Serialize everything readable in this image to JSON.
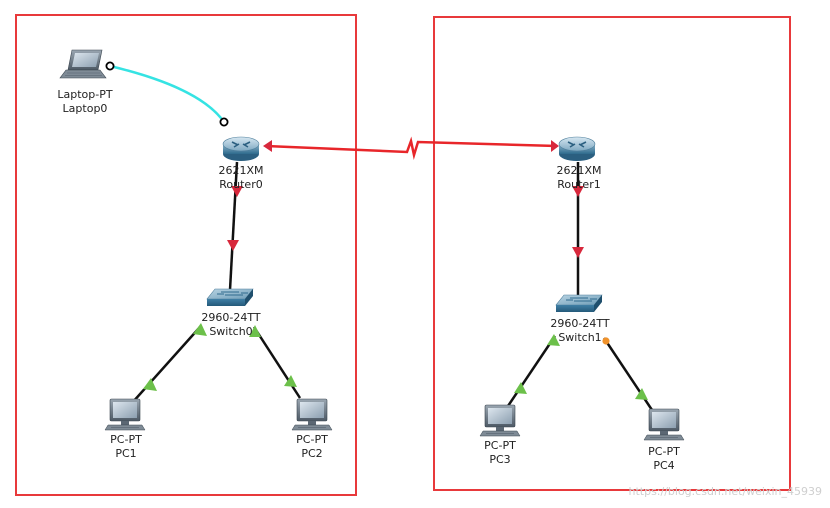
{
  "areas": [
    {
      "id": "left-area",
      "color": "#e8393b"
    },
    {
      "id": "right-area",
      "color": "#e8393b"
    }
  ],
  "devices": {
    "laptop0": {
      "model": "Laptop-PT",
      "name": "Laptop0",
      "icon": "laptop-icon"
    },
    "router0": {
      "model": "2621XM",
      "name": "Router0",
      "icon": "router-icon"
    },
    "router1": {
      "model": "2621XM",
      "name": "Router1",
      "icon": "router-icon"
    },
    "switch0": {
      "model": "2960-24TT",
      "name": "Switch0",
      "icon": "switch-icon"
    },
    "switch1": {
      "model": "2960-24TT",
      "name": "Switch1",
      "icon": "switch-icon"
    },
    "pc1": {
      "model": "PC-PT",
      "name": "PC1",
      "icon": "pc-icon"
    },
    "pc2": {
      "model": "PC-PT",
      "name": "PC2",
      "icon": "pc-icon"
    },
    "pc3": {
      "model": "PC-PT",
      "name": "PC3",
      "icon": "pc-icon"
    },
    "pc4": {
      "model": "PC-PT",
      "name": "PC4",
      "icon": "pc-icon"
    }
  },
  "links": [
    {
      "from": "laptop0",
      "to": "router0",
      "type": "console",
      "color": "#35e3e3"
    },
    {
      "from": "router0",
      "to": "router1",
      "type": "serial",
      "color": "#e8262a"
    },
    {
      "from": "router0",
      "to": "switch0",
      "type": "ethernet",
      "color": "#111111",
      "status": "down"
    },
    {
      "from": "router1",
      "to": "switch1",
      "type": "ethernet",
      "color": "#111111",
      "status": "down"
    },
    {
      "from": "switch0",
      "to": "pc1",
      "type": "ethernet",
      "color": "#111111",
      "status": "up"
    },
    {
      "from": "switch0",
      "to": "pc2",
      "type": "ethernet",
      "color": "#111111",
      "status": "up"
    },
    {
      "from": "switch1",
      "to": "pc3",
      "type": "ethernet",
      "color": "#111111",
      "status": "up"
    },
    {
      "from": "switch1",
      "to": "pc4",
      "type": "ethernet",
      "color": "#111111",
      "status": "mixed"
    }
  ],
  "status_colors": {
    "up": "#6cc04a",
    "down": "#d8283c",
    "blocking": "#f0922a",
    "console_end": "#000000"
  },
  "watermark": "https://blog.csdn.net/weixin_45939"
}
